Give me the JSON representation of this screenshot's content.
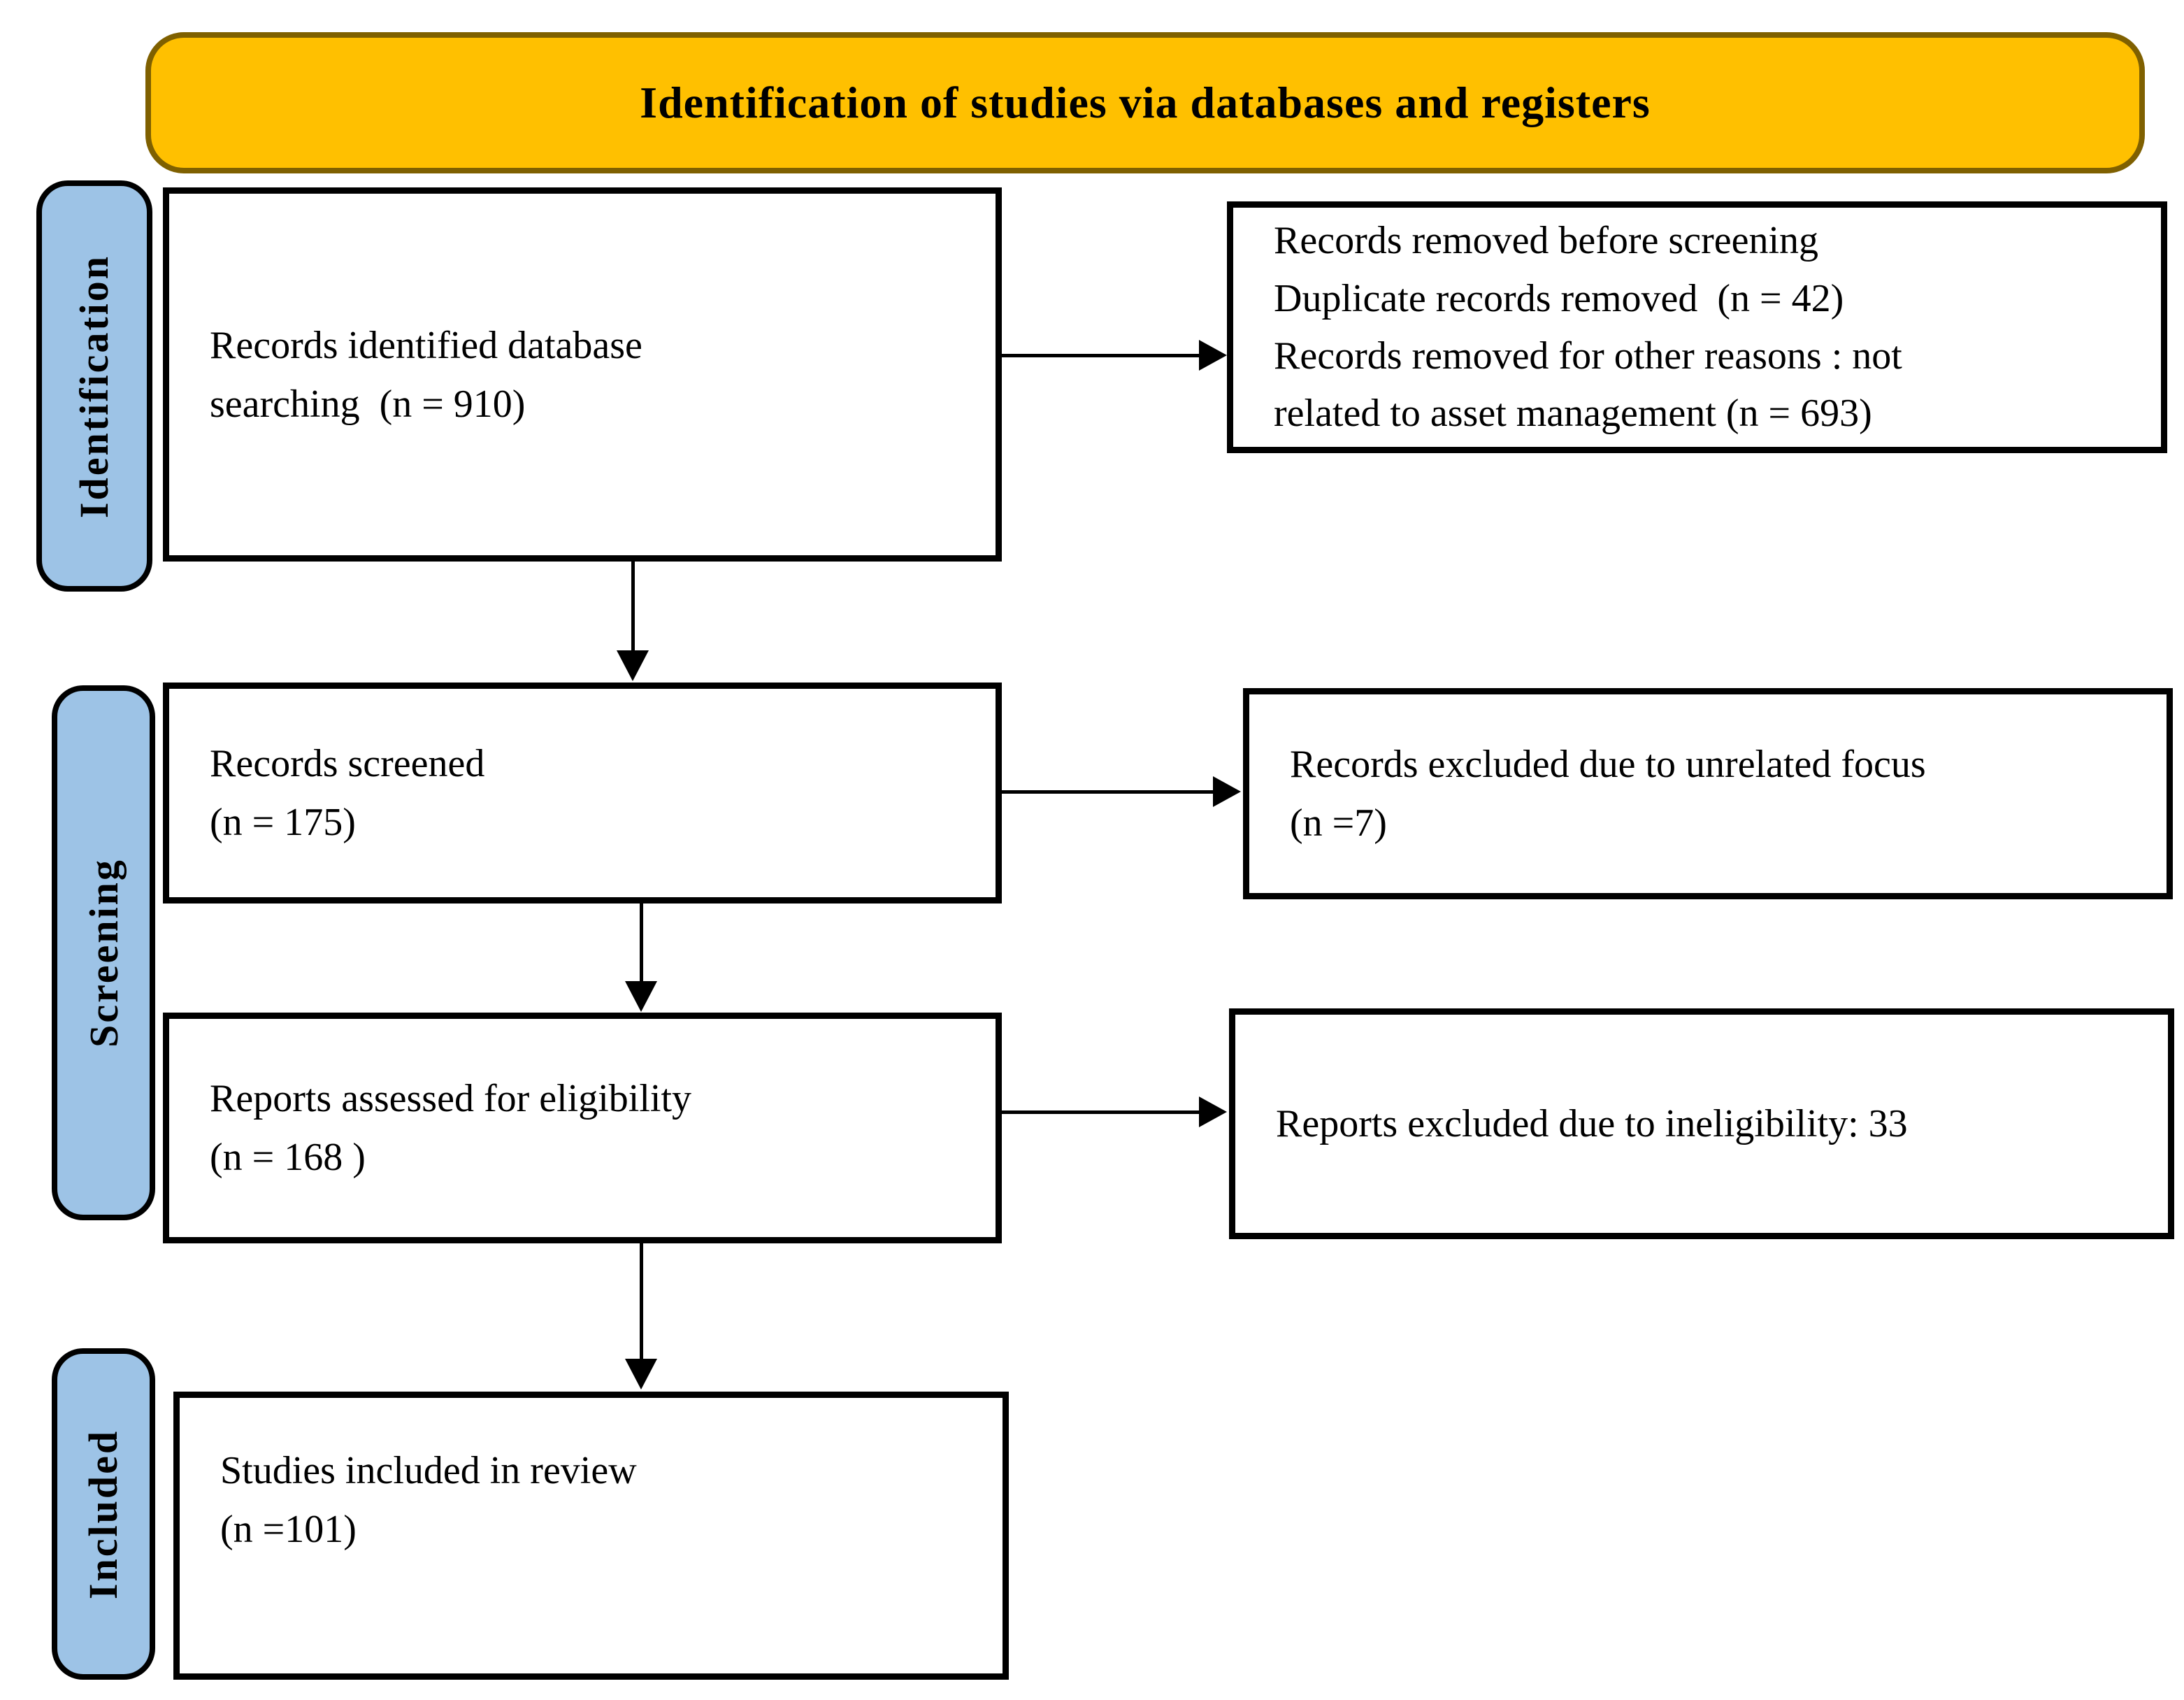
{
  "header": {
    "title": "Identification of studies via databases and registers"
  },
  "stages": {
    "identification": "Identification",
    "screening": "Screening",
    "included": "Included"
  },
  "boxes": {
    "identified": {
      "line1": "Records identified database",
      "line2": "searching  (n = 910)"
    },
    "removed": {
      "line1": "Records removed before screening",
      "line2": "Duplicate records removed  (n = 42)",
      "line3": "Records removed for other reasons : not",
      "line4": "related to asset management (n = 693)"
    },
    "screened": {
      "line1": "Records screened",
      "line2": "(n = 175)"
    },
    "excluded_screening": {
      "line1": "Records excluded due to unrelated focus",
      "line2": "(n =7)"
    },
    "assessed": {
      "line1": "Reports assessed for eligibility",
      "line2": "(n = 168 )"
    },
    "excluded_eligibility": {
      "line1": "Reports excluded due to ineligibility: 33"
    },
    "included": {
      "line1": "Studies included in review",
      "line2": "(n =101)"
    }
  },
  "colors": {
    "banner_fill": "#FFC000",
    "banner_border": "#7F6000",
    "stage_fill": "#9DC3E6",
    "stage_border": "#000000",
    "box_fill": "#FFFFFF",
    "box_border": "#000000",
    "arrow": "#000000",
    "text": "#000000"
  }
}
